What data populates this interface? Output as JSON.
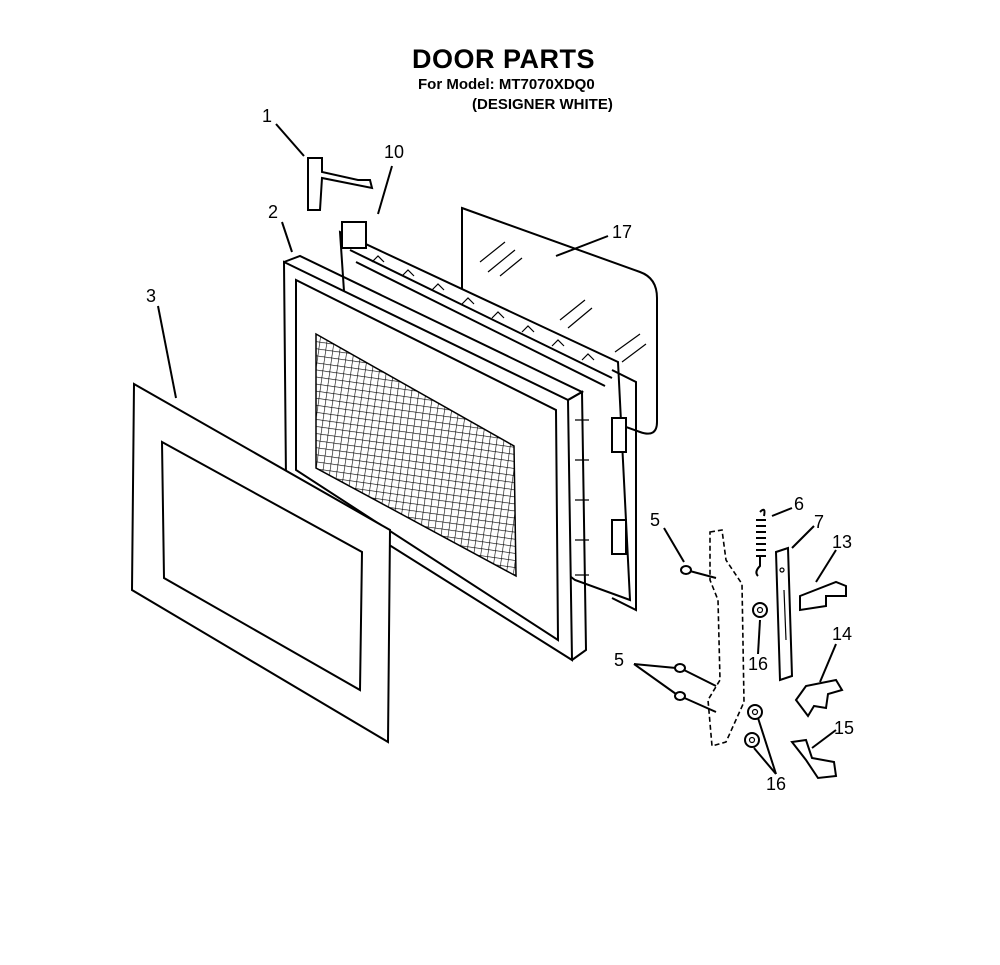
{
  "header": {
    "title": "DOOR PARTS",
    "model_line": "For Model: MT7070XDQ0",
    "variant_line": "(DESIGNER WHITE)"
  },
  "callouts": {
    "c1": "1",
    "c2": "2",
    "c3": "3",
    "c5a": "5",
    "c5b": "5",
    "c6": "6",
    "c7": "7",
    "c10": "10",
    "c13": "13",
    "c14": "14",
    "c15": "15",
    "c16a": "16",
    "c16b": "16",
    "c17": "17"
  }
}
